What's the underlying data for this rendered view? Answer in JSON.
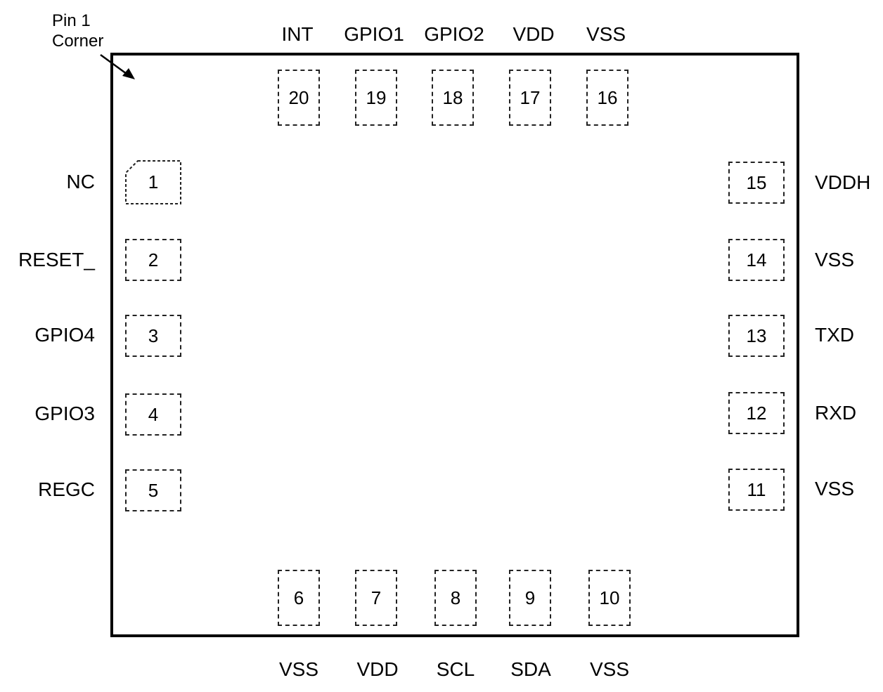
{
  "pin1_corner_label": [
    "Pin 1",
    "Corner"
  ],
  "pins": [
    {
      "num": "1",
      "name": "NC"
    },
    {
      "num": "2",
      "name": "RESET_"
    },
    {
      "num": "3",
      "name": "GPIO4"
    },
    {
      "num": "4",
      "name": "GPIO3"
    },
    {
      "num": "5",
      "name": "REGC"
    },
    {
      "num": "6",
      "name": "VSS"
    },
    {
      "num": "7",
      "name": "VDD"
    },
    {
      "num": "8",
      "name": "SCL"
    },
    {
      "num": "9",
      "name": "SDA"
    },
    {
      "num": "10",
      "name": "VSS"
    },
    {
      "num": "11",
      "name": "VSS"
    },
    {
      "num": "12",
      "name": "RXD"
    },
    {
      "num": "13",
      "name": "TXD"
    },
    {
      "num": "14",
      "name": "VSS"
    },
    {
      "num": "15",
      "name": "VDDH"
    },
    {
      "num": "16",
      "name": "VSS"
    },
    {
      "num": "17",
      "name": "VDD"
    },
    {
      "num": "18",
      "name": "GPIO2"
    },
    {
      "num": "19",
      "name": "GPIO1"
    },
    {
      "num": "20",
      "name": "INT"
    }
  ]
}
